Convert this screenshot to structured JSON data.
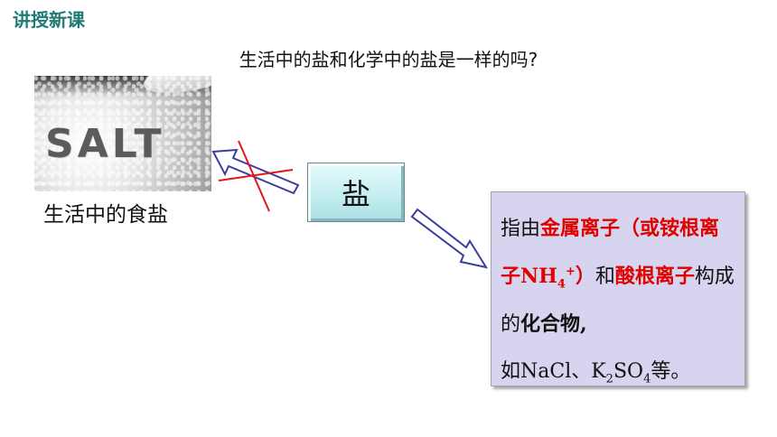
{
  "header": {
    "section_title": "讲授新课"
  },
  "question": "生活中的盐和化学中的盐是一样的吗?",
  "photo": {
    "salt_word": "SALT",
    "caption": "生活中的食盐"
  },
  "center_box": {
    "label": "盐"
  },
  "definition": {
    "t1": "指由",
    "t2": "金属离子（或铵根离子",
    "t3": "NH",
    "t3_sub": "4",
    "t3_sup": "+",
    "t4": "）",
    "t5": "和",
    "t6": "酸根离子",
    "t7": "构成的",
    "t8": "化合物,",
    "t9": "如NaCl、K",
    "t9_sub": "2",
    "t10": "SO",
    "t10_sub": "4",
    "t11": "等。"
  },
  "colors": {
    "title": "#1e7a72",
    "highlight": "#e00000",
    "definition_bg": "#d6d4ee",
    "arrow": "#3b3f9c",
    "cross": "#e0161b"
  }
}
